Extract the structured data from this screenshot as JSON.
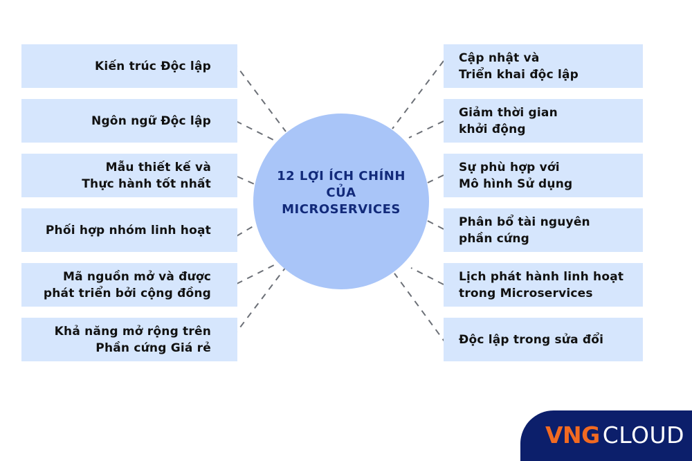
{
  "center": {
    "title": "12 LỢI ÍCH CHÍNH\nCỦA\nMICROSERVICES",
    "color": "#a9c5f8",
    "text_color": "#122a7a"
  },
  "left_items": [
    {
      "label": "Kiến trúc Độc lập"
    },
    {
      "label": "Ngôn ngữ Độc lập"
    },
    {
      "label": "Mẫu thiết kế và\nThực hành tốt nhất"
    },
    {
      "label": "Phối hợp nhóm linh hoạt"
    },
    {
      "label": "Mã nguồn mở và được\nphát triển bởi cộng đồng"
    },
    {
      "label": "Khả năng mở rộng trên\nPhần cứng Giá rẻ"
    }
  ],
  "right_items": [
    {
      "label": "Cập nhật và\nTriển khai độc lập"
    },
    {
      "label": "Giảm thời gian\nkhởi động"
    },
    {
      "label": "Sự phù hợp với\nMô hình Sử dụng"
    },
    {
      "label": "Phân bổ tài nguyên\nphần cứng"
    },
    {
      "label": "Lịch phát hành linh hoạt\ntrong Microservices"
    },
    {
      "label": "Độc lập trong sửa đổi"
    }
  ],
  "box_color": "#d6e6fd",
  "connector_color": "#6b6f76",
  "logo": {
    "brand": "VNG",
    "product": "CLOUD",
    "brand_color": "#f26a21",
    "panel_color": "#0c1f6b"
  }
}
